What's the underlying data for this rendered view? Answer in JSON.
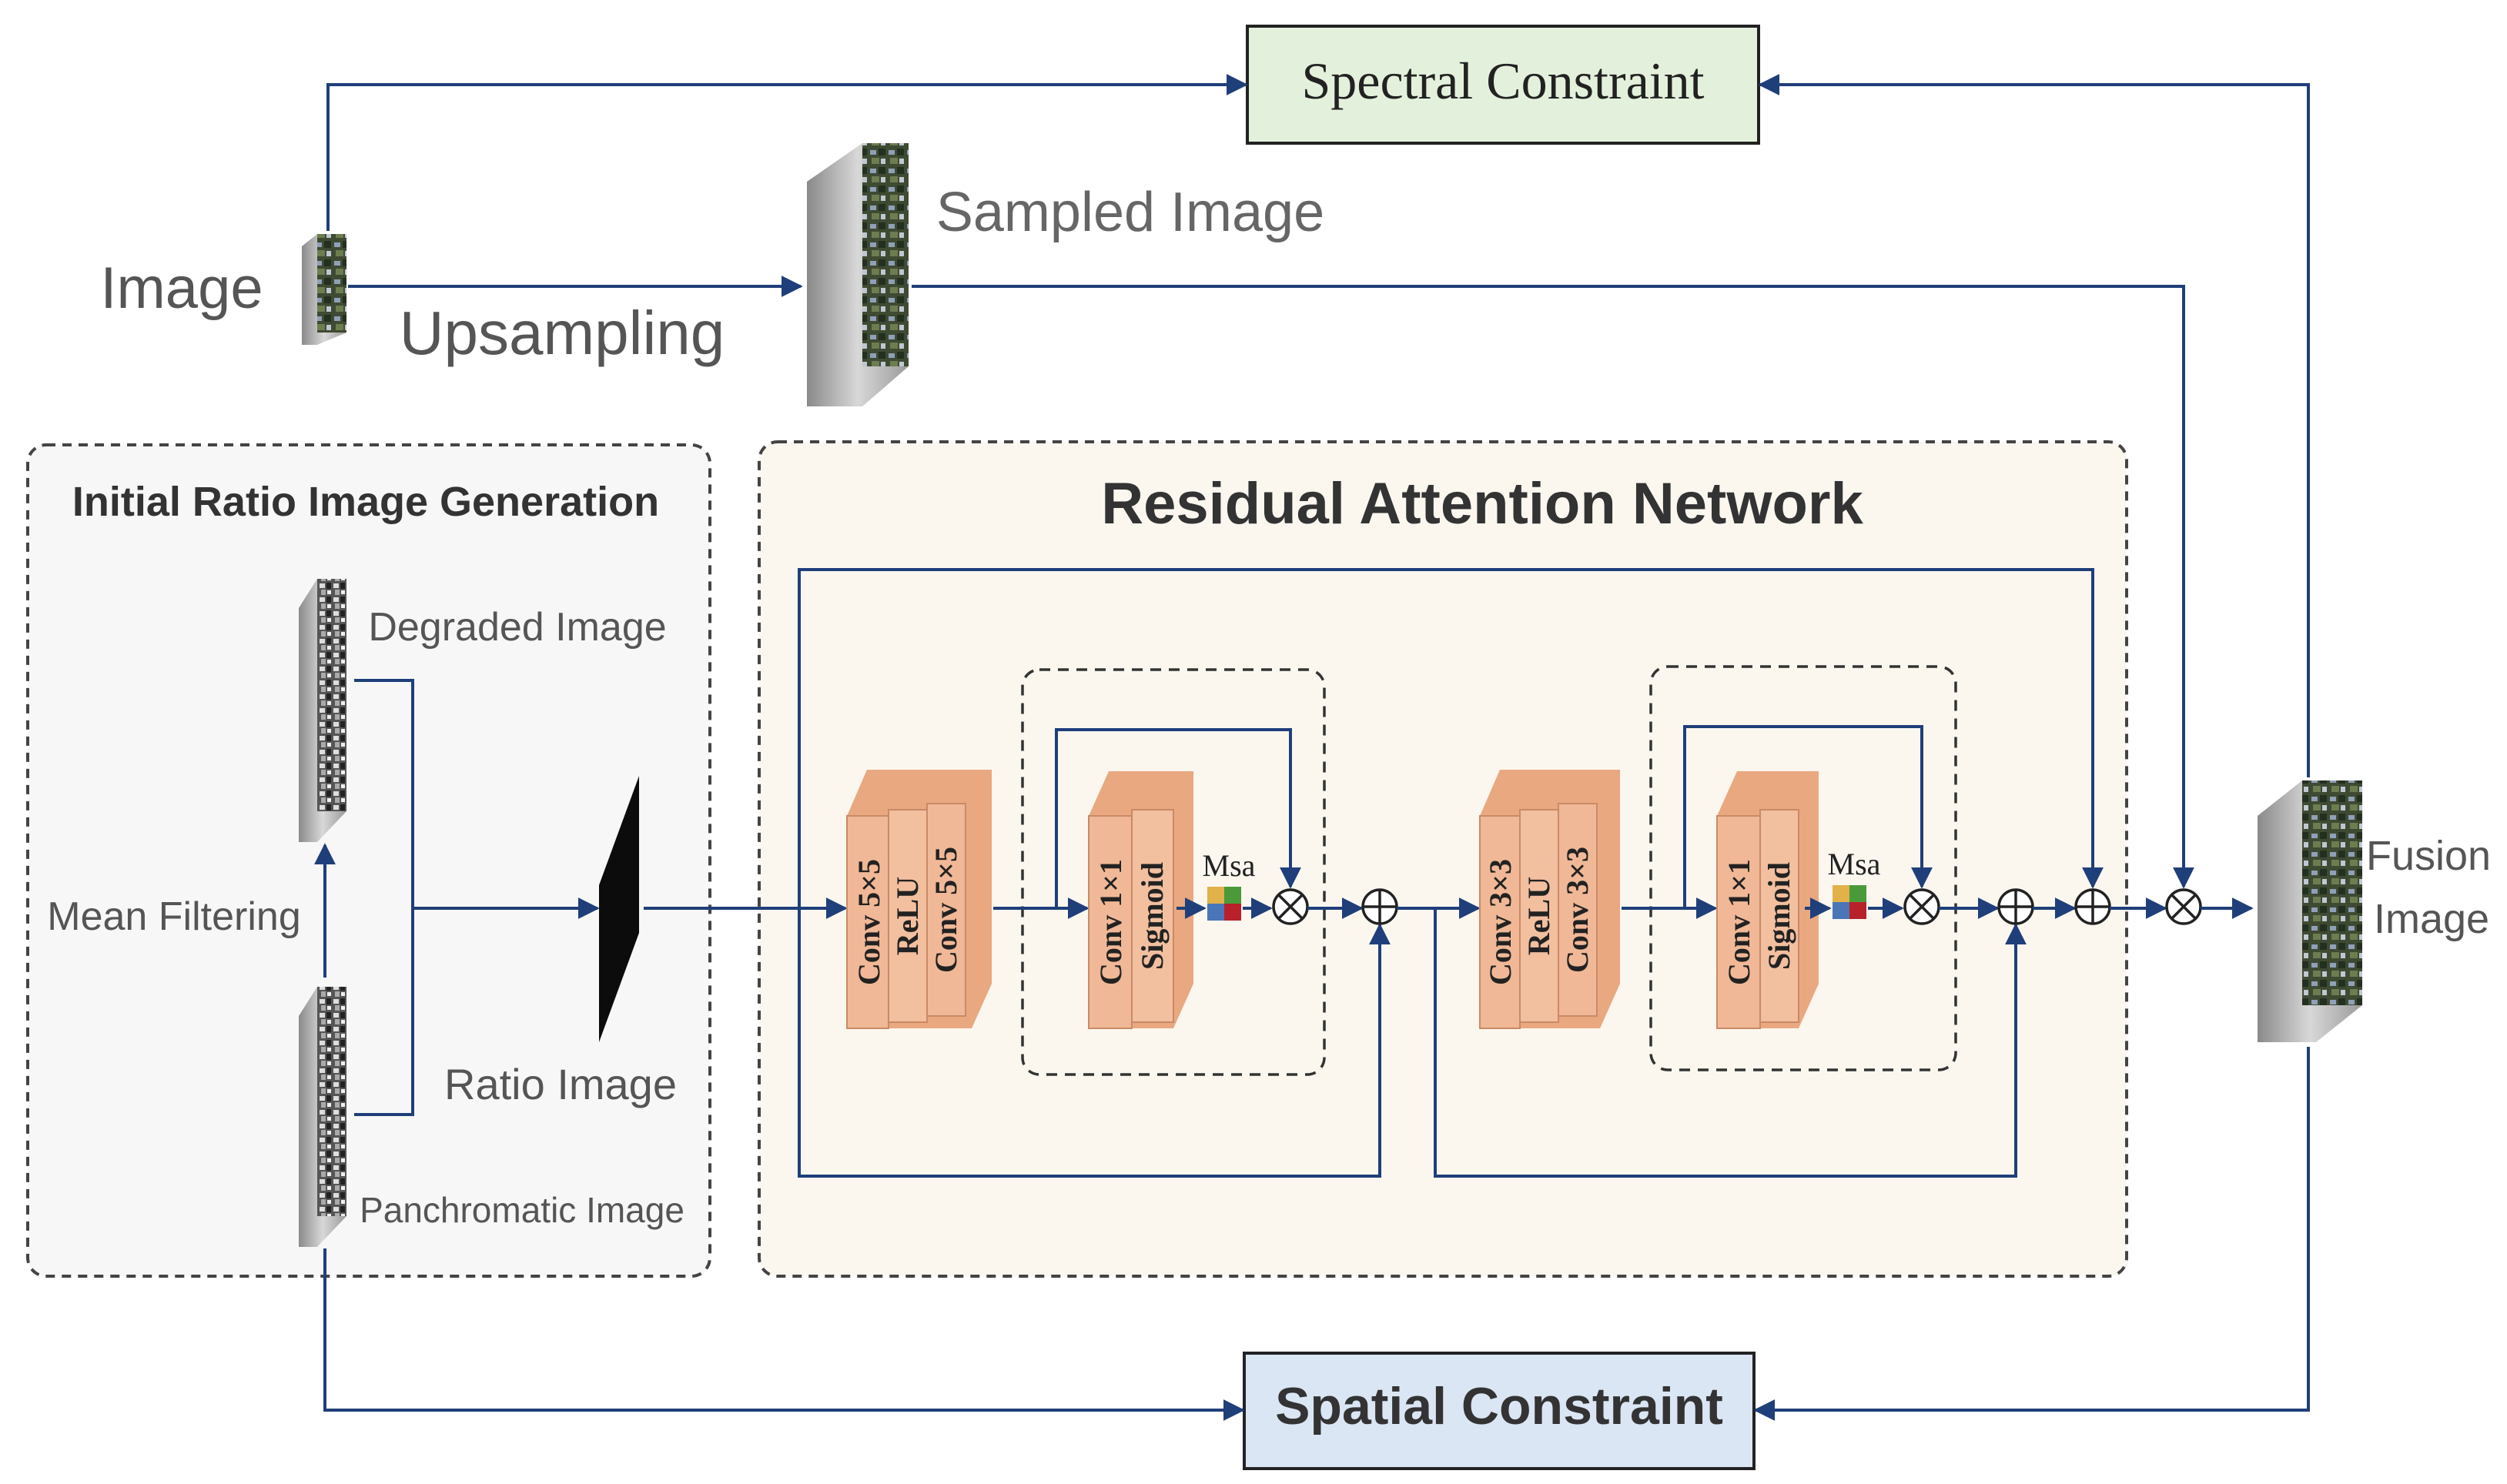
{
  "diagram": {
    "colors": {
      "arrow": "#1f3f7a",
      "spectral_fill": "#e3f1dc",
      "spatial_fill": "#dbe6f4",
      "conv_block": "#f0b896",
      "panel_fill": "#fbf7ef",
      "panel_left_fill": "#f7f7f7",
      "dark_text": "#333333",
      "grey_text": "#666666"
    },
    "top": {
      "spectral_constraint": "Spectral Constraint",
      "image_label": "Image",
      "upsampling_label": "Upsampling",
      "sampled_image_label": "Sampled Image"
    },
    "left_panel": {
      "title": "Initial Ratio Image Generation",
      "degraded_image": "Degraded Image",
      "mean_filtering": "Mean Filtering",
      "ratio_image": "Ratio Image",
      "panchromatic_image": "Panchromatic Image"
    },
    "ran_panel": {
      "title": "Residual Attention Network",
      "block1": {
        "conv_a": "Conv 5×5",
        "relu": "ReLU",
        "conv_b": "Conv 5×5"
      },
      "attn1": {
        "conv": "Conv 1×1",
        "act": "Sigmoid",
        "msa": "Msa"
      },
      "block2": {
        "conv_a": "Conv 3×3",
        "relu": "ReLU",
        "conv_b": "Conv 3×3"
      },
      "attn2": {
        "conv": "Conv 1×1",
        "act": "Sigmoid",
        "msa": "Msa"
      }
    },
    "output": {
      "fusion_line1": "Fusion",
      "fusion_line2": "Image"
    },
    "bottom": {
      "spatial_constraint": "Spatial Constraint"
    },
    "icons": [
      "multiply-operator-icon",
      "add-operator-icon",
      "msa-color-grid-icon"
    ]
  }
}
